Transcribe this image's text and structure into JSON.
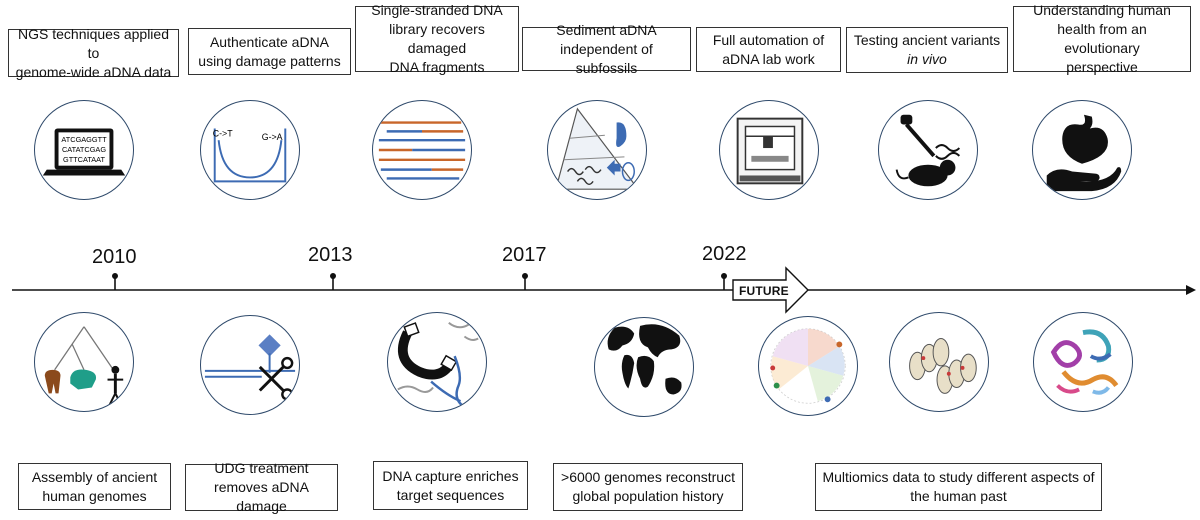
{
  "top_milestones": [
    {
      "lines": [
        "NGS techniques applied to",
        "genome-wide aDNA data"
      ]
    },
    {
      "lines": [
        "Authenticate aDNA",
        "using damage patterns"
      ]
    },
    {
      "lines": [
        "Single-stranded DNA",
        "library recovers damaged",
        "DNA fragments"
      ]
    },
    {
      "lines": [
        "Sediment aDNA",
        "independent of subfossils"
      ]
    },
    {
      "lines": [
        "Full automation of",
        "aDNA lab work"
      ]
    },
    {
      "line1": "Testing ancient variants",
      "line2": "in vivo"
    },
    {
      "lines": [
        "Understanding human",
        "health from an evolutionary",
        "perspective"
      ]
    }
  ],
  "bottom_milestones": [
    {
      "lines": [
        "Assembly of ancient",
        "human genomes"
      ]
    },
    {
      "lines": [
        "UDG treatment",
        "removes aDNA damage"
      ]
    },
    {
      "lines": [
        "DNA capture enriches",
        "target sequences"
      ]
    },
    {
      "lines": [
        ">6000 genomes reconstruct",
        "global population history"
      ]
    },
    {
      "lines": [
        "Multiomics data to study different aspects of",
        "the human past"
      ]
    }
  ],
  "years": [
    "2010",
    "2013",
    "2017",
    "2022"
  ],
  "future_label": "FUTURE",
  "icon_texts": {
    "dna_sequence": [
      "ATCGAGGTT",
      "CATATCGAG",
      "GTTCATAAT"
    ],
    "damage_left": "C->T",
    "damage_right": "G->A"
  },
  "colors": {
    "border": "#333333",
    "circle_border": "#2f4a6b",
    "dna_blue": "#3d6bb3",
    "dna_orange": "#c8662a",
    "teal": "#1f9e89",
    "brown": "#8b4a1c"
  }
}
